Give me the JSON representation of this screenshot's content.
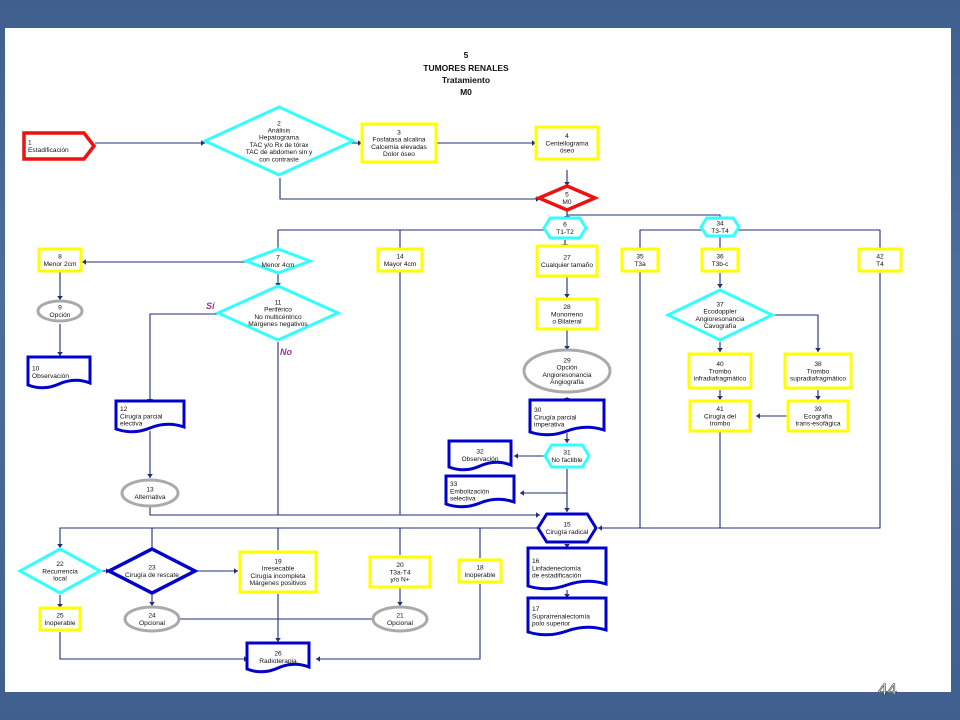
{
  "title": {
    "number": "5",
    "line1": "TUMORES RENALES",
    "line2": "Tratamiento",
    "line3": "M0"
  },
  "page_number": "44",
  "colors": {
    "yellow": "#ffff00",
    "cyan": "#33ffff",
    "blue": "#0000cc",
    "red": "#ee1111",
    "gray": "#aaaaaa",
    "line": "#1f2f7a",
    "label": "#993399"
  },
  "nodes": {
    "n1": {
      "num": "1",
      "lines": [
        "Estadificación"
      ]
    },
    "n2": {
      "num": "2",
      "lines": [
        "Análisis",
        "Hepatograma",
        "TAC y/o Rx de tórax",
        "TAC de abdomen sin y",
        "con contraste"
      ]
    },
    "n3": {
      "num": "3",
      "lines": [
        "Fosfatasa alcalina",
        "Calcemia elevadas",
        "Dolor óseo"
      ]
    },
    "n4": {
      "num": "4",
      "lines": [
        "Centellograma",
        "óseo"
      ]
    },
    "n5": {
      "num": "5",
      "lines": [
        "M0"
      ]
    },
    "n6": {
      "num": "6",
      "lines": [
        "T1-T2"
      ]
    },
    "n34": {
      "num": "34",
      "lines": [
        "T3-T4"
      ]
    },
    "n7": {
      "num": "7",
      "lines": [
        "Menor 4cm"
      ]
    },
    "n8": {
      "num": "8",
      "lines": [
        "Menor 2cm"
      ]
    },
    "n9": {
      "num": "9",
      "lines": [
        "Opción"
      ]
    },
    "n10": {
      "num": "10",
      "lines": [
        "Observación"
      ]
    },
    "n11": {
      "num": "11",
      "lines": [
        "Periférico",
        "No multicéntrico",
        "Márgenes negativos"
      ]
    },
    "n12": {
      "num": "12",
      "lines": [
        "Cirugía parcial",
        "electiva"
      ]
    },
    "n13": {
      "num": "13",
      "lines": [
        "Alternativa"
      ]
    },
    "n14": {
      "num": "14",
      "lines": [
        "Mayor 4cm"
      ]
    },
    "n27": {
      "num": "27",
      "lines": [
        "Cualquier tamaño"
      ]
    },
    "n28": {
      "num": "28",
      "lines": [
        "Monorreno",
        "o Bilateral"
      ]
    },
    "n29": {
      "num": "29",
      "lines": [
        "Opción",
        "Angioresonancia",
        "Angiografía"
      ]
    },
    "n30": {
      "num": "30",
      "lines": [
        "Cirugía parcial",
        "imperativa"
      ]
    },
    "n31": {
      "num": "31",
      "lines": [
        "No factible"
      ]
    },
    "n32": {
      "num": "32",
      "lines": [
        "Observación"
      ]
    },
    "n33": {
      "num": "33",
      "lines": [
        "Embolización",
        "selectiva"
      ]
    },
    "n35": {
      "num": "35",
      "lines": [
        "T3a"
      ]
    },
    "n36": {
      "num": "36",
      "lines": [
        "T3b-c"
      ]
    },
    "n42": {
      "num": "42",
      "lines": [
        "T4"
      ]
    },
    "n37": {
      "num": "37",
      "lines": [
        "Ecodoppler",
        "Angioresonancia",
        "Cavografía"
      ]
    },
    "n40": {
      "num": "40",
      "lines": [
        "Trombo",
        "infradiafragmático"
      ]
    },
    "n38": {
      "num": "38",
      "lines": [
        "Trombo",
        "supradiafragmático"
      ]
    },
    "n41": {
      "num": "41",
      "lines": [
        "Cirugía del",
        "trombo"
      ]
    },
    "n39": {
      "num": "39",
      "lines": [
        "Ecografía",
        "trans-esofágica"
      ]
    },
    "n15": {
      "num": "15",
      "lines": [
        "Cirugía radical"
      ]
    },
    "n16": {
      "num": "16",
      "lines": [
        "Linfadenectomía",
        "de estadificación"
      ]
    },
    "n17": {
      "num": "17",
      "lines": [
        "Suprarrenalectomía",
        "polo superior"
      ]
    },
    "n22": {
      "num": "22",
      "lines": [
        "Recurrencia",
        "local"
      ]
    },
    "n23": {
      "num": "23",
      "lines": [
        "Cirugía de rescate"
      ]
    },
    "n19": {
      "num": "19",
      "lines": [
        "Irresecable",
        "Cirugía incompleta",
        "Márgenes positivos"
      ]
    },
    "n20": {
      "num": "20",
      "lines": [
        "T3a-T4",
        "y/o N+"
      ]
    },
    "n18": {
      "num": "18",
      "lines": [
        "Inoperable"
      ]
    },
    "n25": {
      "num": "25",
      "lines": [
        "Inoperable"
      ]
    },
    "n24": {
      "num": "24",
      "lines": [
        "Opcional"
      ]
    },
    "n21": {
      "num": "21",
      "lines": [
        "Opcional"
      ]
    },
    "n26": {
      "num": "26",
      "lines": [
        "Radioterapia"
      ]
    }
  },
  "labels": {
    "si": "Sí",
    "no": "No"
  }
}
